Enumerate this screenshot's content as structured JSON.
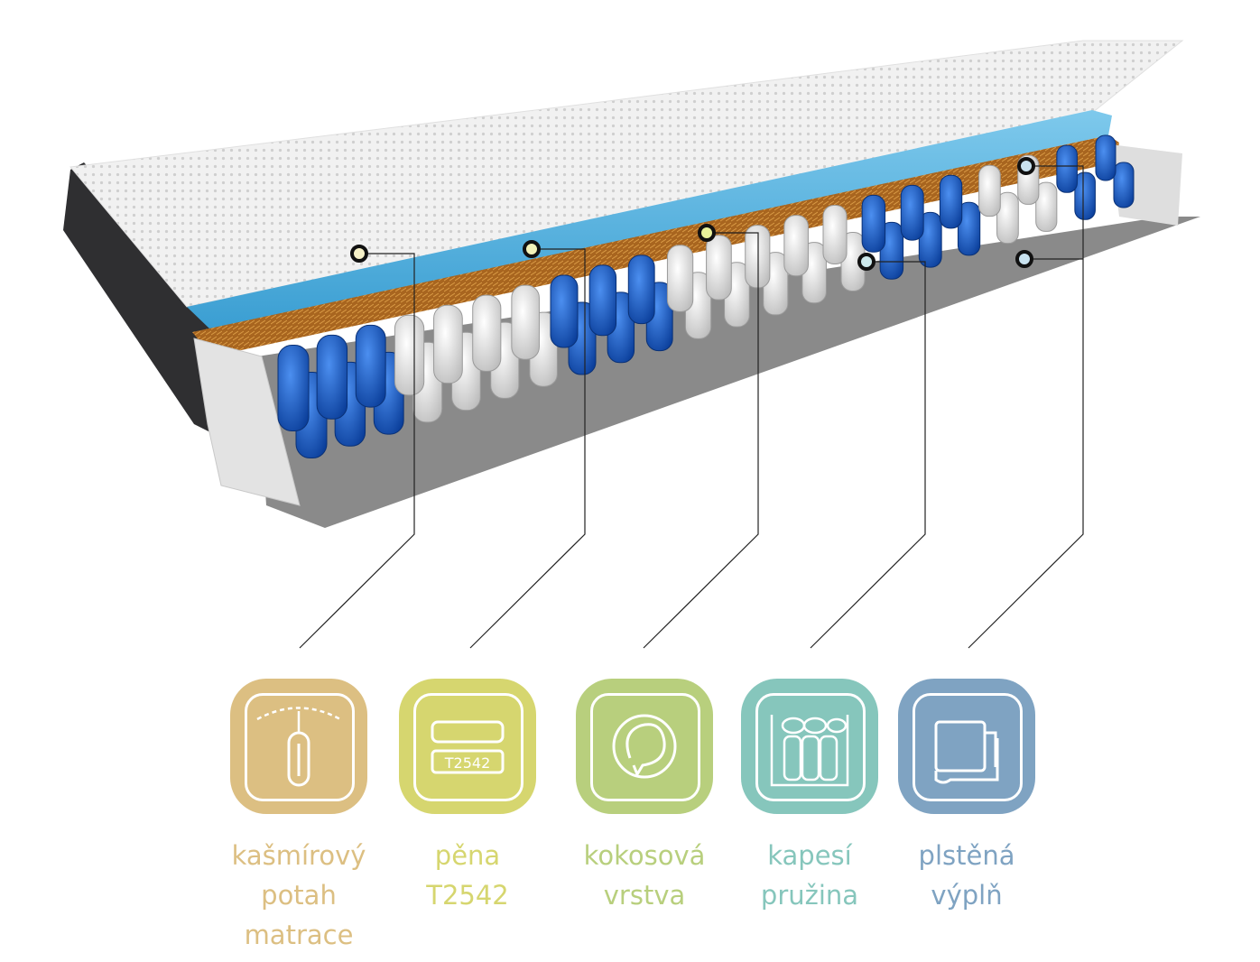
{
  "features": [
    {
      "id": "cashmere-cover",
      "line1": "kašmírový potah",
      "line2": "matrace",
      "color": "#dcbf82",
      "icon": "zipper-icon",
      "badge": ""
    },
    {
      "id": "foam",
      "line1": "pěna",
      "line2": "T2542",
      "color": "#d6d66f",
      "icon": "foam-block-icon",
      "badge": "T2542"
    },
    {
      "id": "coconut",
      "line1": "kokosová",
      "line2": "vrstva",
      "color": "#b8cf7d",
      "icon": "coconut-icon",
      "badge": ""
    },
    {
      "id": "pocket-spring",
      "line1": "kapesí",
      "line2": "pružina",
      "color": "#86c6bc",
      "icon": "pocket-spring-icon",
      "badge": ""
    },
    {
      "id": "felt",
      "line1": "plstěná",
      "line2": "výplň",
      "color": "#7fa3c2",
      "icon": "felt-roll-icon",
      "badge": ""
    }
  ]
}
